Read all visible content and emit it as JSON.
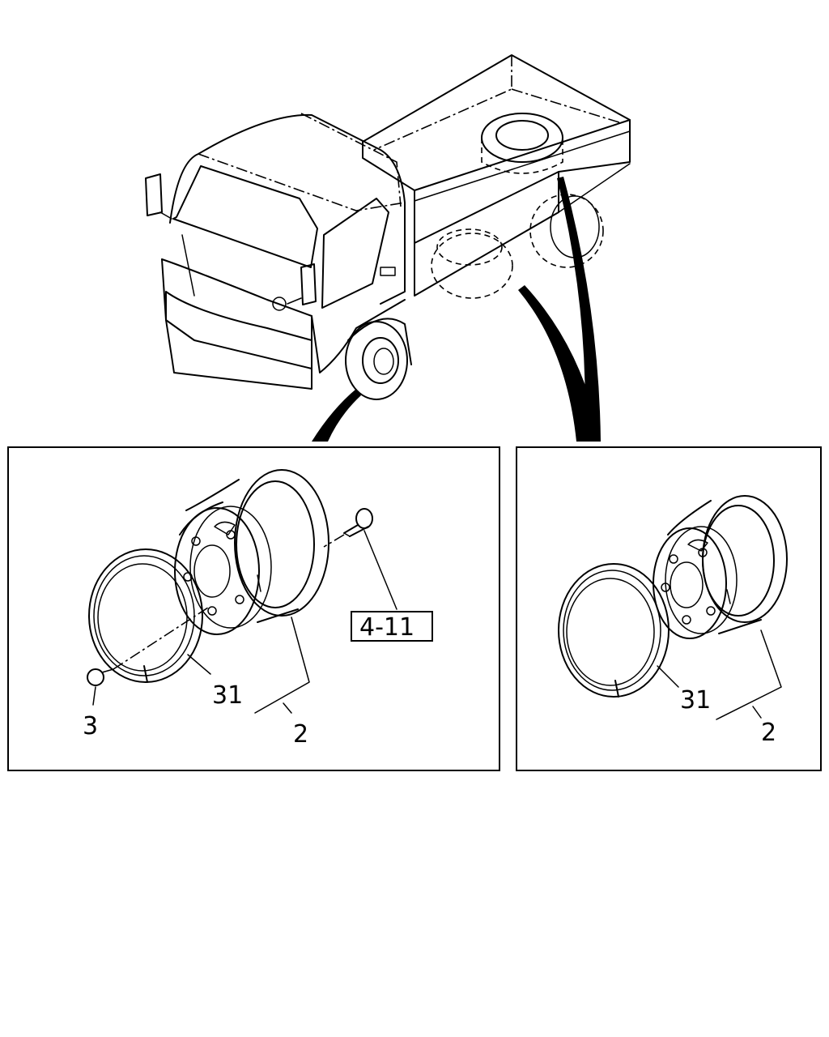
{
  "labels": {
    "left_nut": "3",
    "left_ring": "31",
    "left_wheel": "2",
    "left_ref": "4-11",
    "right_ring": "31",
    "right_wheel": "2"
  },
  "line_color": "#000000",
  "background": "#ffffff"
}
